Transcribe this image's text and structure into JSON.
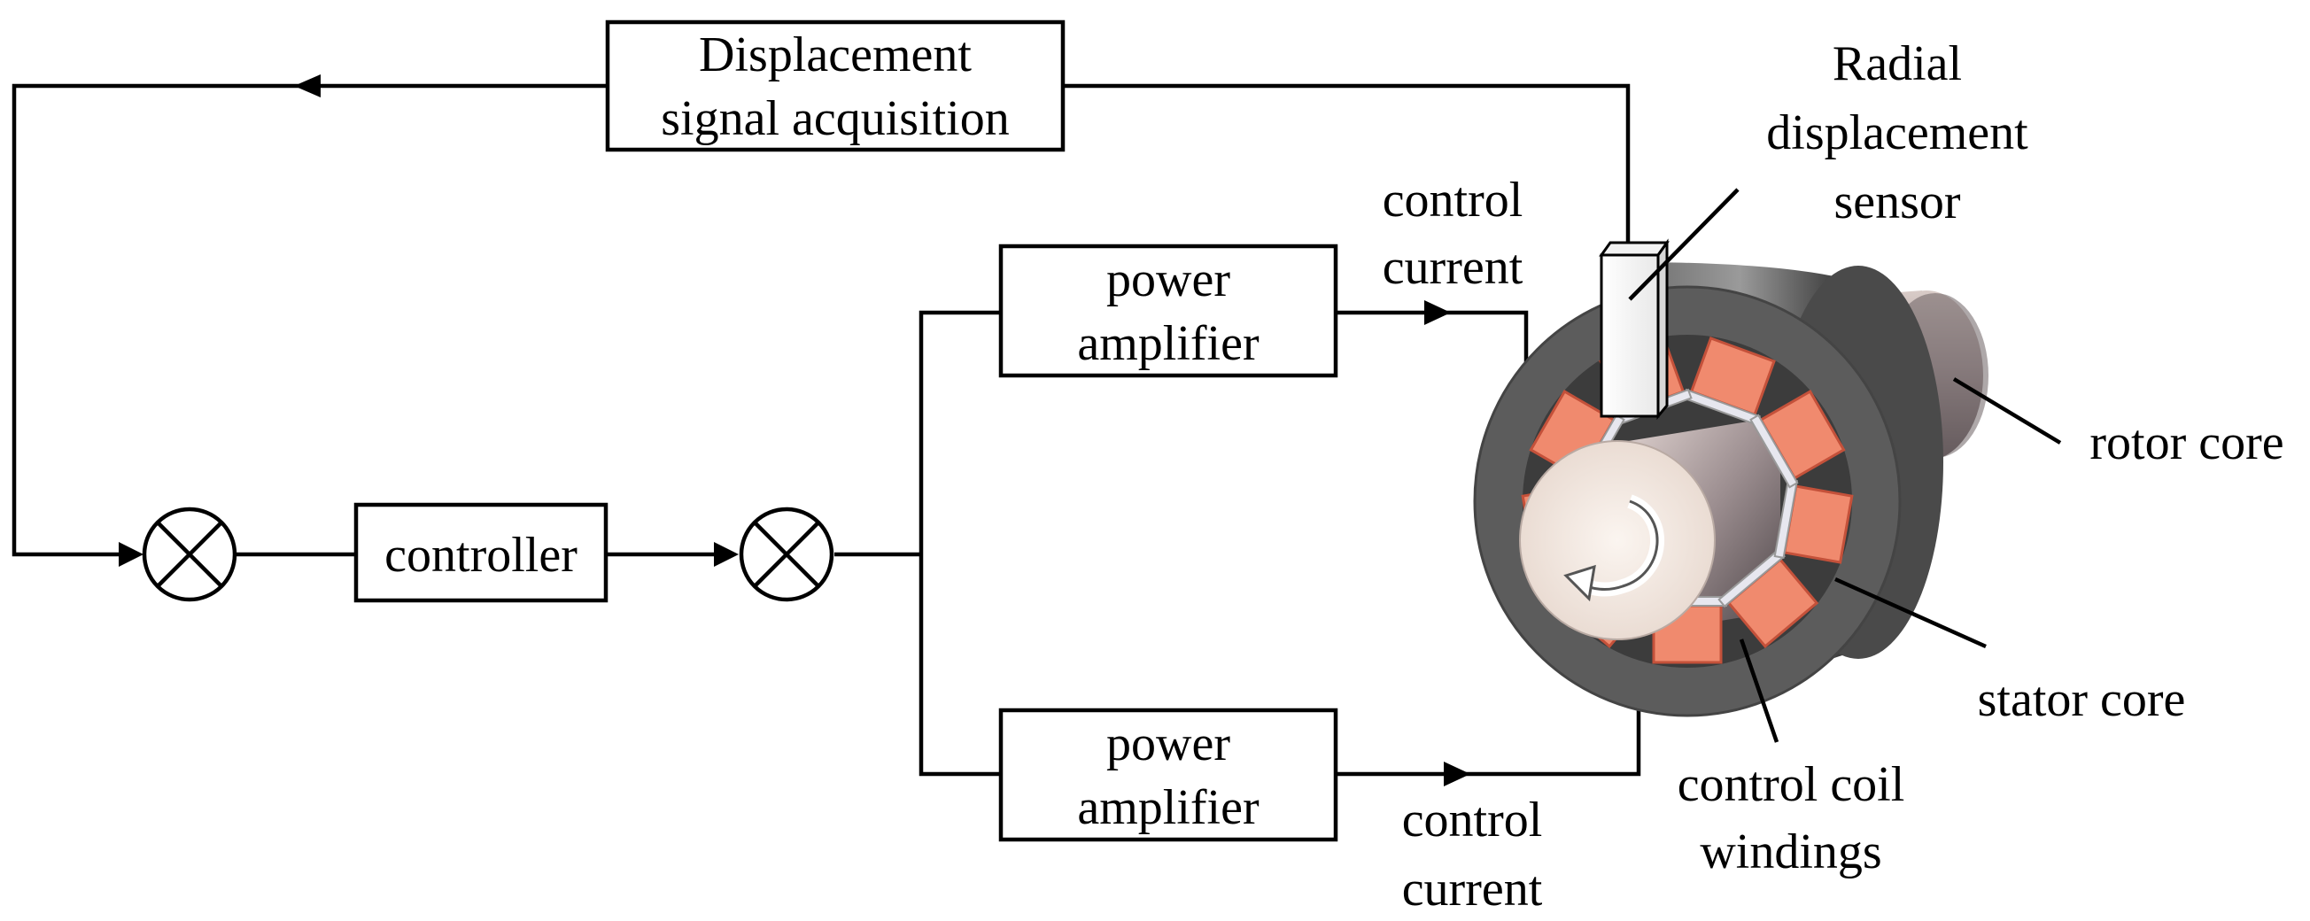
{
  "blocks": {
    "displacement_acquisition": [
      "Displacement",
      "signal acquisition"
    ],
    "controller": "controller",
    "power_amplifier_top": [
      "power",
      "amplifier"
    ],
    "power_amplifier_bottom": [
      "power",
      "amplifier"
    ]
  },
  "labels": {
    "radial_sensor": [
      "Radial",
      "displacement",
      "sensor"
    ],
    "control_current_top": [
      "control",
      "current"
    ],
    "control_current_bottom": [
      "control",
      "current"
    ],
    "rotor_core": "rotor core",
    "stator_core": "stator core",
    "control_coil_windings": [
      "control coil",
      "windings"
    ]
  },
  "colors": {
    "stator": "#5a5a5a",
    "rotor": "#8a7d80",
    "coil": "#f08a6e",
    "coil_edge": "#c4513a",
    "rotor_face": "#f7ede6"
  },
  "icons": {
    "summing_junction": "circle-x-icon",
    "rotation": "curved-arrow-icon"
  }
}
